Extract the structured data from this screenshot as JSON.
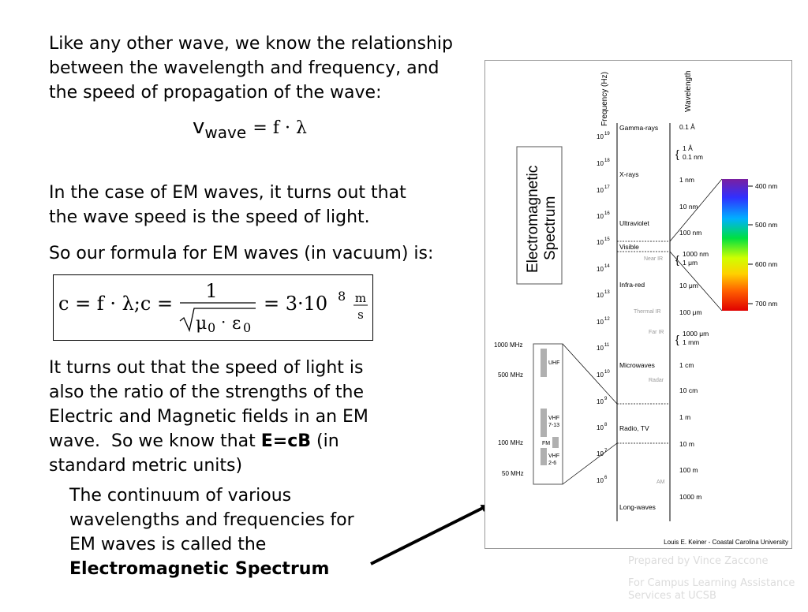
{
  "intro": {
    "lines": [
      "Like any other wave, we know the relationship",
      "between the wavelength and frequency, and",
      "the speed of propagation of the wave:"
    ]
  },
  "equation1": {
    "v": "v",
    "sub": "wave",
    "rhs": "= f · λ"
  },
  "em_case": {
    "lines": [
      "In the case of EM waves, it turns out that",
      "the wave speed is the speed of light."
    ]
  },
  "formula_intro": "So our formula for EM waves (in vacuum) is:",
  "formula": {
    "lhs": "c = f · λ;c =",
    "numerator": "1",
    "mu": "μ",
    "mu_sub": "0",
    "dot": "·",
    "eps": "ε",
    "eps_sub": "0",
    "equals": "= 3·10",
    "exponent": "8",
    "unit_num": "m",
    "unit_den": "s"
  },
  "ratio": {
    "lines": [
      "It turns out that the speed of light is",
      "also the ratio of the strengths of the",
      "Electric and Magnetic fields in an EM",
      "wave.  So we know that "
    ],
    "bold": "E=cB",
    "after_bold": " (in",
    "last_line": "standard metric units)"
  },
  "continuum": {
    "lines": [
      "The continuum of various",
      "wavelengths and frequencies for",
      "EM waves is called the"
    ],
    "bold": "Electromagnetic Spectrum"
  },
  "credit": {
    "line1": "Prepared by Vince Zaccone",
    "line2": "For Campus Learning Assistance Services at UCSB"
  },
  "spectrum": {
    "title_line1": "Electromagnetic",
    "title_line2": "Spectrum",
    "freq_header": "Frequency (Hz)",
    "wave_header": "Wavelength",
    "freq_exponents": [
      "19",
      "18",
      "17",
      "16",
      "15",
      "14",
      "13",
      "12",
      "11",
      "10",
      "9",
      "8",
      "7",
      "6"
    ],
    "freq_base": "10",
    "bands": [
      "Gamma-rays",
      "X-rays",
      "Ultraviolet",
      "Visible",
      "Near IR",
      "Infra-red",
      "Thermal IR",
      "Far IR",
      "Microwaves",
      "Radar",
      "Radio, TV",
      "AM",
      "Long-waves"
    ],
    "wavelengths": [
      "0.1 Å",
      "1 Å",
      "0.1 nm",
      "1 nm",
      "10 nm",
      "100 nm",
      "1000 nm",
      "1 μm",
      "10 μm",
      "100 μm",
      "1000 μm",
      "1 mm",
      "1 cm",
      "10 cm",
      "1 m",
      "10 m",
      "100 m",
      "1000 m"
    ],
    "visible_nm": [
      "400 nm",
      "500 nm",
      "600 nm",
      "700 nm"
    ],
    "radio_freqs": [
      "1000 MHz",
      "500 MHz",
      "100 MHz",
      "50 MHz"
    ],
    "radio_bands": [
      "UHF",
      "VHF",
      "7-13",
      "FM",
      "VHF",
      "2-6"
    ],
    "source": "Louis E. Keiner - Coastal Carolina University",
    "colors": {
      "grey_band": "#b0b0b0",
      "faint_label": "#9a9a9a"
    }
  }
}
